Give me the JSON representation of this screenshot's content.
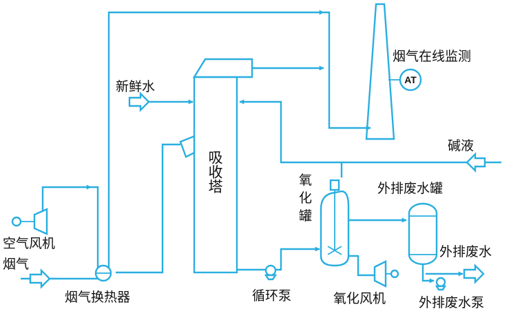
{
  "colors": {
    "pipe": "#29aee0",
    "text": "#111111",
    "background": "#ffffff"
  },
  "icons": [
    "chimney-icon",
    "analyzer-icon",
    "absorber-tower-icon",
    "pump-icon",
    "blower-icon",
    "heat-exchanger-icon",
    "agitator-icon",
    "motor-icon",
    "tank-icon",
    "arrow-icon"
  ],
  "labels": {
    "fresh_water": "新鲜水",
    "flue_gas_monitor": "烟气在线监测",
    "analyzer_tag": "AT",
    "absorber": "吸收塔",
    "lye": "碱液",
    "oxidation_tank_1": "氧",
    "oxidation_tank_2": "化",
    "oxidation_tank_3": "罐",
    "waste_tank": "外排废水罐",
    "air_fan": "空气风机",
    "flue_gas": "烟气",
    "heat_exchanger": "烟气换热器",
    "circulation_pump": "循环泵",
    "oxidation_fan": "氧化风机",
    "waste_water": "外排废水",
    "waste_pump": "外排废水泵"
  }
}
